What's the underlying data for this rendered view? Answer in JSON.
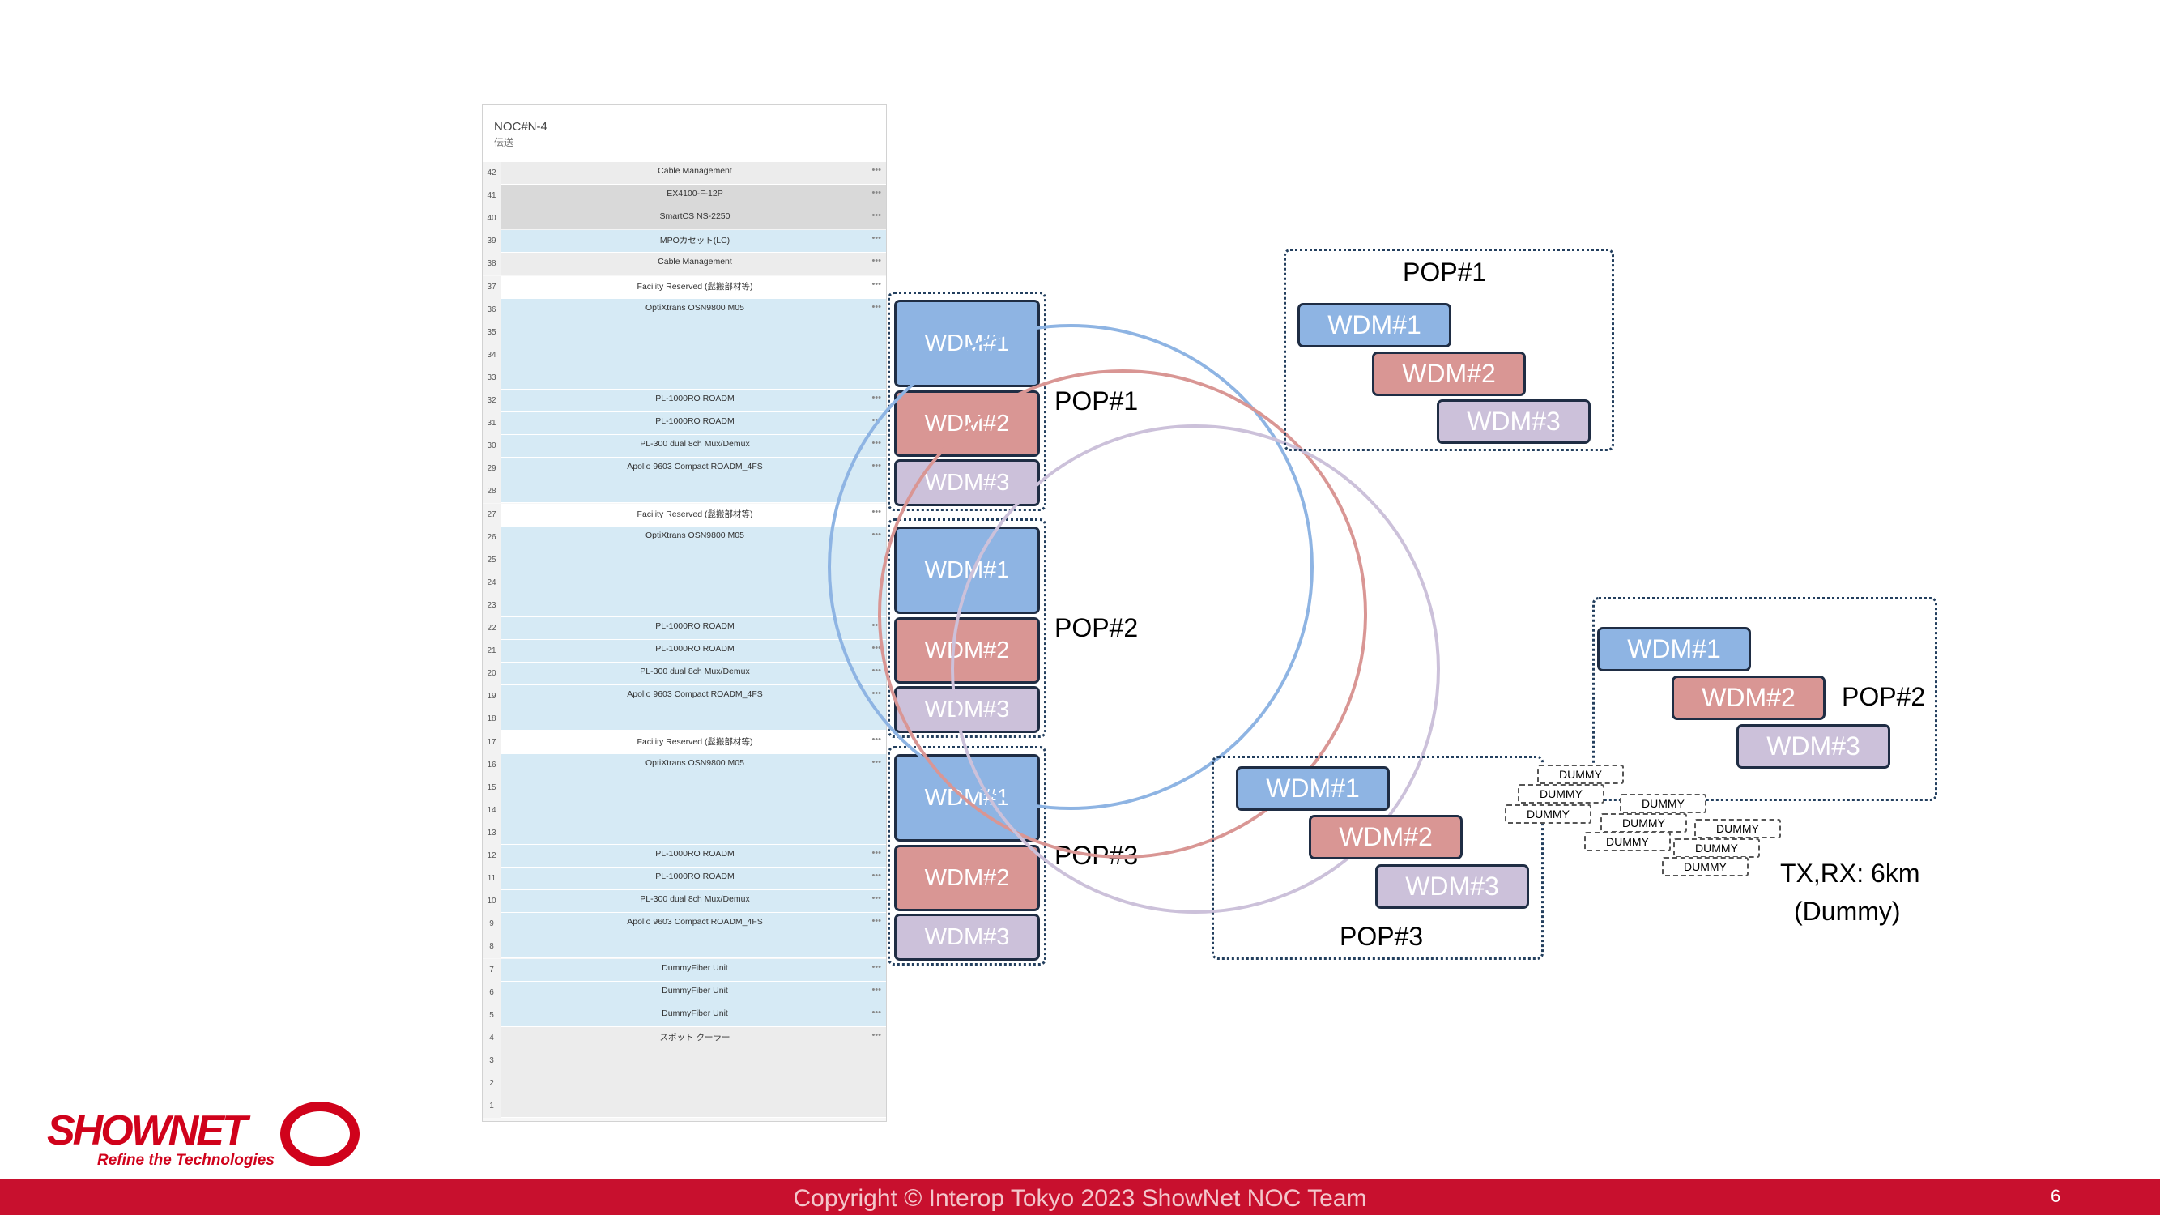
{
  "rack": {
    "title": "NOC#N-4",
    "subtitle": "伝送",
    "units": [
      "42",
      "41",
      "40",
      "39",
      "38",
      "37",
      "36",
      "35",
      "34",
      "33",
      "32",
      "31",
      "30",
      "29",
      "28",
      "27",
      "26",
      "25",
      "24",
      "23",
      "22",
      "21",
      "20",
      "19",
      "18",
      "17",
      "16",
      "15",
      "14",
      "13",
      "12",
      "11",
      "10",
      "9",
      "8",
      "7",
      "6",
      "5",
      "4",
      "3",
      "2",
      "1"
    ],
    "devices": [
      {
        "top_u": 42,
        "size": 1,
        "style": "lightgray",
        "label": "Cable Management",
        "more": "•••"
      },
      {
        "top_u": 41,
        "size": 1,
        "style": "gray",
        "label": "EX4100-F-12P",
        "more": "•••"
      },
      {
        "top_u": 40,
        "size": 1,
        "style": "gray",
        "label": "SmartCS NS-2250",
        "more": "•••"
      },
      {
        "top_u": 39,
        "size": 1,
        "style": "blue",
        "label": "MPOカセット(LC)",
        "more": "•••"
      },
      {
        "top_u": 38,
        "size": 1,
        "style": "lightgray",
        "label": "Cable Management",
        "more": "•••"
      },
      {
        "top_u": 37,
        "size": 1,
        "style": "white",
        "label": "Facility Reserved (髭搬部材等)",
        "more": "•••"
      },
      {
        "top_u": 36,
        "size": 4,
        "style": "blue",
        "label": "OptiXtrans OSN9800 M05",
        "more": "•••"
      },
      {
        "top_u": 32,
        "size": 1,
        "style": "blue",
        "label": "PL-1000RO ROADM",
        "more": "•••"
      },
      {
        "top_u": 31,
        "size": 1,
        "style": "blue",
        "label": "PL-1000RO ROADM",
        "more": "•••"
      },
      {
        "top_u": 30,
        "size": 1,
        "style": "blue",
        "label": "PL-300 dual 8ch Mux/Demux",
        "more": "•••"
      },
      {
        "top_u": 29,
        "size": 2,
        "style": "blue",
        "label": "Apollo 9603 Compact ROADM_4FS",
        "more": "•••"
      },
      {
        "top_u": 27,
        "size": 1,
        "style": "white",
        "label": "Facility Reserved (髭搬部材等)",
        "more": "•••"
      },
      {
        "top_u": 26,
        "size": 4,
        "style": "blue",
        "label": "OptiXtrans OSN9800 M05",
        "more": "•••"
      },
      {
        "top_u": 22,
        "size": 1,
        "style": "blue",
        "label": "PL-1000RO ROADM",
        "more": "•••"
      },
      {
        "top_u": 21,
        "size": 1,
        "style": "blue",
        "label": "PL-1000RO ROADM",
        "more": "•••"
      },
      {
        "top_u": 20,
        "size": 1,
        "style": "blue",
        "label": "PL-300 dual 8ch Mux/Demux",
        "more": "•••"
      },
      {
        "top_u": 19,
        "size": 2,
        "style": "blue",
        "label": "Apollo 9603 Compact ROADM_4FS",
        "more": "•••"
      },
      {
        "top_u": 17,
        "size": 1,
        "style": "white",
        "label": "Facility Reserved (髭搬部材等)",
        "more": "•••"
      },
      {
        "top_u": 16,
        "size": 4,
        "style": "blue",
        "label": "OptiXtrans OSN9800 M05",
        "more": "•••"
      },
      {
        "top_u": 12,
        "size": 1,
        "style": "blue",
        "label": "PL-1000RO ROADM",
        "more": "•••"
      },
      {
        "top_u": 11,
        "size": 1,
        "style": "blue",
        "label": "PL-1000RO ROADM",
        "more": "•••"
      },
      {
        "top_u": 10,
        "size": 1,
        "style": "blue",
        "label": "PL-300 dual 8ch Mux/Demux",
        "more": "•••"
      },
      {
        "top_u": 9,
        "size": 2,
        "style": "blue",
        "label": "Apollo 9603 Compact ROADM_4FS",
        "more": "•••"
      },
      {
        "top_u": 7,
        "size": 1,
        "style": "blue",
        "label": "DummyFiber Unit",
        "more": "•••"
      },
      {
        "top_u": 6,
        "size": 1,
        "style": "blue",
        "label": "DummyFiber Unit",
        "more": "•••"
      },
      {
        "top_u": 5,
        "size": 1,
        "style": "blue",
        "label": "DummyFiber Unit",
        "more": "•••"
      },
      {
        "top_u": 4,
        "size": 4,
        "style": "lightgray",
        "label": "スポット クーラー",
        "more": "•••"
      }
    ]
  },
  "rack_groups": [
    {
      "label": "POP#1",
      "wdm": [
        "WDM#1",
        "WDM#2",
        "WDM#3"
      ]
    },
    {
      "label": "POP#2",
      "wdm": [
        "WDM#1",
        "WDM#2",
        "WDM#3"
      ]
    },
    {
      "label": "POP#3",
      "wdm": [
        "WDM#1",
        "WDM#2",
        "WDM#3"
      ]
    }
  ],
  "ring": {
    "pop1": {
      "label": "POP#1",
      "wdm": [
        "WDM#1",
        "WDM#2",
        "WDM#3"
      ]
    },
    "pop2": {
      "label": "POP#2",
      "wdm": [
        "WDM#1",
        "WDM#2",
        "WDM#3"
      ]
    },
    "pop3": {
      "label": "POP#3",
      "wdm": [
        "WDM#1",
        "WDM#2",
        "WDM#3"
      ]
    },
    "ring_colors": {
      "wdm1": "#8eb4e3",
      "wdm2": "#d99694",
      "wdm3": "#ccc1da"
    },
    "dummy_label": "DUMMY",
    "dummy_count": 9,
    "note_line1": "TX,RX: 6km",
    "note_line2": "(Dummy)"
  },
  "footer": {
    "copyright": "Copyright © Interop Tokyo 2023 ShowNet NOC Team",
    "page": "6"
  },
  "logo": {
    "word": "SHOWNET",
    "tagline": "Refine the Technologies"
  }
}
